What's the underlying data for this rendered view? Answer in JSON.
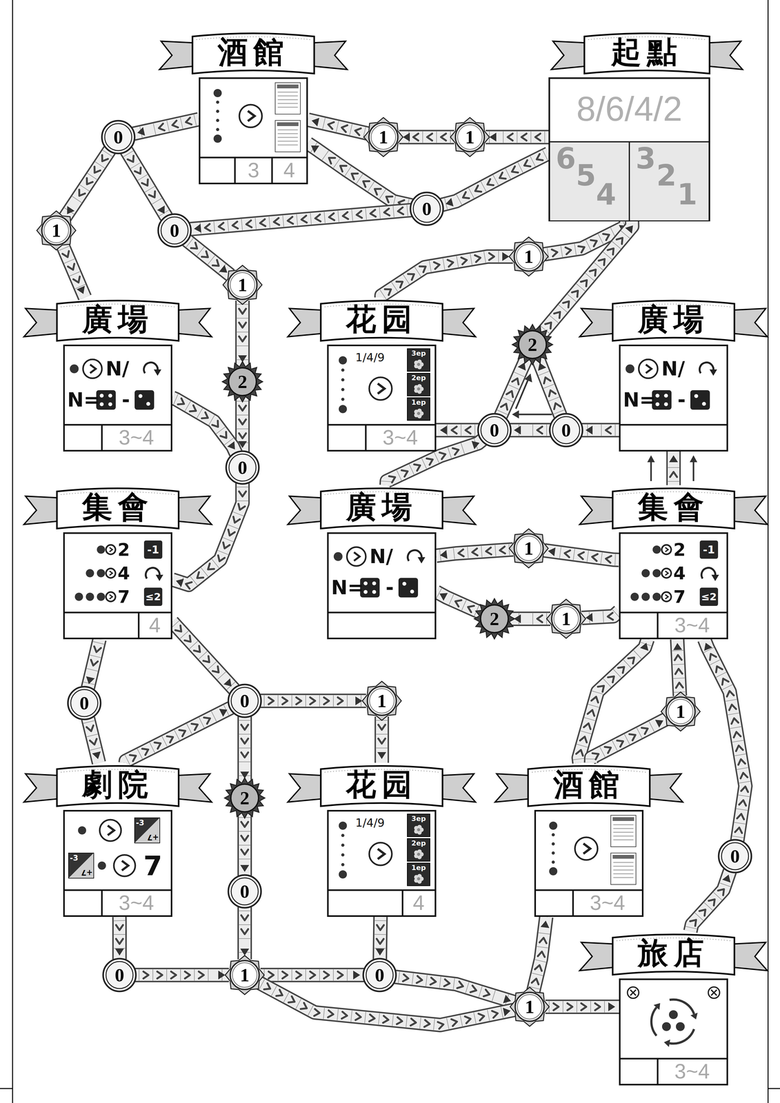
{
  "diagram": {
    "nodes": [
      {
        "text": [
          "酒館",
          "3",
          "4"
        ]
      },
      {
        "text": [
          "起點",
          "8/6/4/2",
          "6",
          "5",
          "4",
          "3",
          "2",
          "1"
        ]
      },
      {
        "text": [
          "0"
        ]
      },
      {
        "text": [
          "1"
        ]
      },
      {
        "text": [
          "1"
        ]
      },
      {
        "text": [
          "0"
        ]
      },
      {
        "text": [
          "1"
        ]
      },
      {
        "text": [
          "0"
        ]
      },
      {
        "text": [
          "1"
        ]
      },
      {
        "text": [
          "1"
        ]
      },
      {
        "text": [
          "廣場",
          "N/",
          "N=",
          "-",
          "3~4"
        ]
      },
      {
        "text": [
          "花园",
          "1/4/9",
          "3ep",
          "2ep",
          "1ep",
          "3~4"
        ]
      },
      {
        "text": [
          "2"
        ]
      },
      {
        "text": [
          "廣場",
          "N/",
          "N=",
          "-"
        ]
      },
      {
        "text": [
          "2"
        ]
      },
      {
        "text": [
          "0"
        ]
      },
      {
        "text": [
          "0"
        ]
      },
      {
        "text": [
          "0"
        ]
      },
      {
        "text": [
          "集會",
          "2",
          "-1",
          "4",
          "7",
          "≤2",
          "4"
        ]
      },
      {
        "text": [
          "廣場",
          "N/",
          "N=",
          "-"
        ]
      },
      {
        "text": [
          "集會",
          "2",
          "-1",
          "4",
          "7",
          "≤2",
          "3~4"
        ]
      },
      {
        "text": [
          "1"
        ]
      },
      {
        "text": [
          "2"
        ]
      },
      {
        "text": [
          "1"
        ]
      },
      {
        "text": [
          "0"
        ]
      },
      {
        "text": [
          "0"
        ]
      },
      {
        "text": [
          "1"
        ]
      },
      {
        "text": [
          "1"
        ]
      },
      {
        "text": [
          "劇院",
          "-3",
          "+7",
          "-3",
          "+7",
          "7",
          "3~4"
        ]
      },
      {
        "text": [
          "2"
        ]
      },
      {
        "text": [
          "花园",
          "1/4/9",
          "3ep",
          "2ep",
          "1ep",
          "4"
        ]
      },
      {
        "text": [
          "酒館",
          "3~4"
        ]
      },
      {
        "text": [
          "0"
        ]
      },
      {
        "text": [
          "0"
        ]
      },
      {
        "text": [
          "0"
        ]
      },
      {
        "text": [
          "1"
        ]
      },
      {
        "text": [
          "0"
        ]
      },
      {
        "text": [
          "1"
        ]
      },
      {
        "text": [
          "旅店",
          "3~4"
        ]
      }
    ],
    "edges": [
      {
        "from": 1,
        "to": 4,
        "arrow": "to"
      },
      {
        "from": 4,
        "to": 3,
        "arrow": "to"
      },
      {
        "from": 3,
        "to": 0,
        "arrow": "to"
      },
      {
        "from": 0,
        "to": 2,
        "arrow": "to"
      },
      {
        "from": 1,
        "to": 5,
        "arrow": "to"
      },
      {
        "from": 5,
        "to": 0,
        "arrow": "to"
      },
      {
        "from": 5,
        "to": 7,
        "arrow": "to"
      },
      {
        "from": 2,
        "to": 6,
        "arrow": "to"
      },
      {
        "from": 2,
        "to": 7,
        "arrow": "to"
      },
      {
        "from": 6,
        "to": 10,
        "arrow": "to"
      },
      {
        "from": 7,
        "to": 9,
        "arrow": "to"
      },
      {
        "from": 9,
        "to": 14,
        "arrow": "to"
      },
      {
        "from": 14,
        "to": 17,
        "arrow": "to"
      },
      {
        "from": 17,
        "to": 18,
        "arrow": "to"
      },
      {
        "from": 10,
        "to": 17,
        "arrow": "to"
      },
      {
        "from": 11,
        "to": 8,
        "arrow": "to"
      },
      {
        "from": 8,
        "to": 1,
        "arrow": "to"
      },
      {
        "from": 12,
        "to": 1,
        "arrow": "to"
      },
      {
        "from": 15,
        "to": 12,
        "arrow": "to"
      },
      {
        "from": 16,
        "to": 12,
        "arrow": "to"
      },
      {
        "from": 16,
        "to": 15,
        "arrow": "to"
      },
      {
        "from": 13,
        "to": 16,
        "arrow": "to"
      },
      {
        "from": 15,
        "to": 11,
        "arrow": "to"
      },
      {
        "from": 19,
        "to": 15,
        "arrow": "to"
      },
      {
        "from": 20,
        "to": 13,
        "arrow": "to"
      },
      {
        "from": 20,
        "to": 21,
        "arrow": "to"
      },
      {
        "from": 21,
        "to": 19,
        "arrow": "to"
      },
      {
        "from": 20,
        "to": 23,
        "arrow": "to"
      },
      {
        "from": 23,
        "to": 22,
        "arrow": "to"
      },
      {
        "from": 22,
        "to": 19,
        "arrow": "to"
      },
      {
        "from": 18,
        "to": 24,
        "arrow": "to"
      },
      {
        "from": 18,
        "to": 25,
        "arrow": "to"
      },
      {
        "from": 24,
        "to": 28,
        "arrow": "to"
      },
      {
        "from": 28,
        "to": 25,
        "arrow": "to"
      },
      {
        "from": 25,
        "to": 26,
        "arrow": "to"
      },
      {
        "from": 26,
        "to": 30,
        "arrow": "to"
      },
      {
        "from": 25,
        "to": 29,
        "arrow": "to"
      },
      {
        "from": 29,
        "to": 33,
        "arrow": "to"
      },
      {
        "from": 33,
        "to": 35,
        "arrow": "to"
      },
      {
        "from": 28,
        "to": 34,
        "arrow": "to"
      },
      {
        "from": 34,
        "to": 35,
        "arrow": "to"
      },
      {
        "from": 35,
        "to": 36,
        "arrow": "to"
      },
      {
        "from": 30,
        "to": 36,
        "arrow": "to"
      },
      {
        "from": 36,
        "to": 37,
        "arrow": "to"
      },
      {
        "from": 35,
        "to": 37,
        "arrow": "to"
      },
      {
        "from": 37,
        "to": 38,
        "arrow": "to"
      },
      {
        "from": 37,
        "to": 31,
        "arrow": "to"
      },
      {
        "from": 31,
        "to": 20,
        "arrow": "to"
      },
      {
        "from": 31,
        "to": 27,
        "arrow": "to"
      },
      {
        "from": 27,
        "to": 20,
        "arrow": "to"
      },
      {
        "from": 38,
        "to": 32,
        "arrow": "to"
      },
      {
        "from": 32,
        "to": 20,
        "arrow": "to"
      }
    ]
  }
}
